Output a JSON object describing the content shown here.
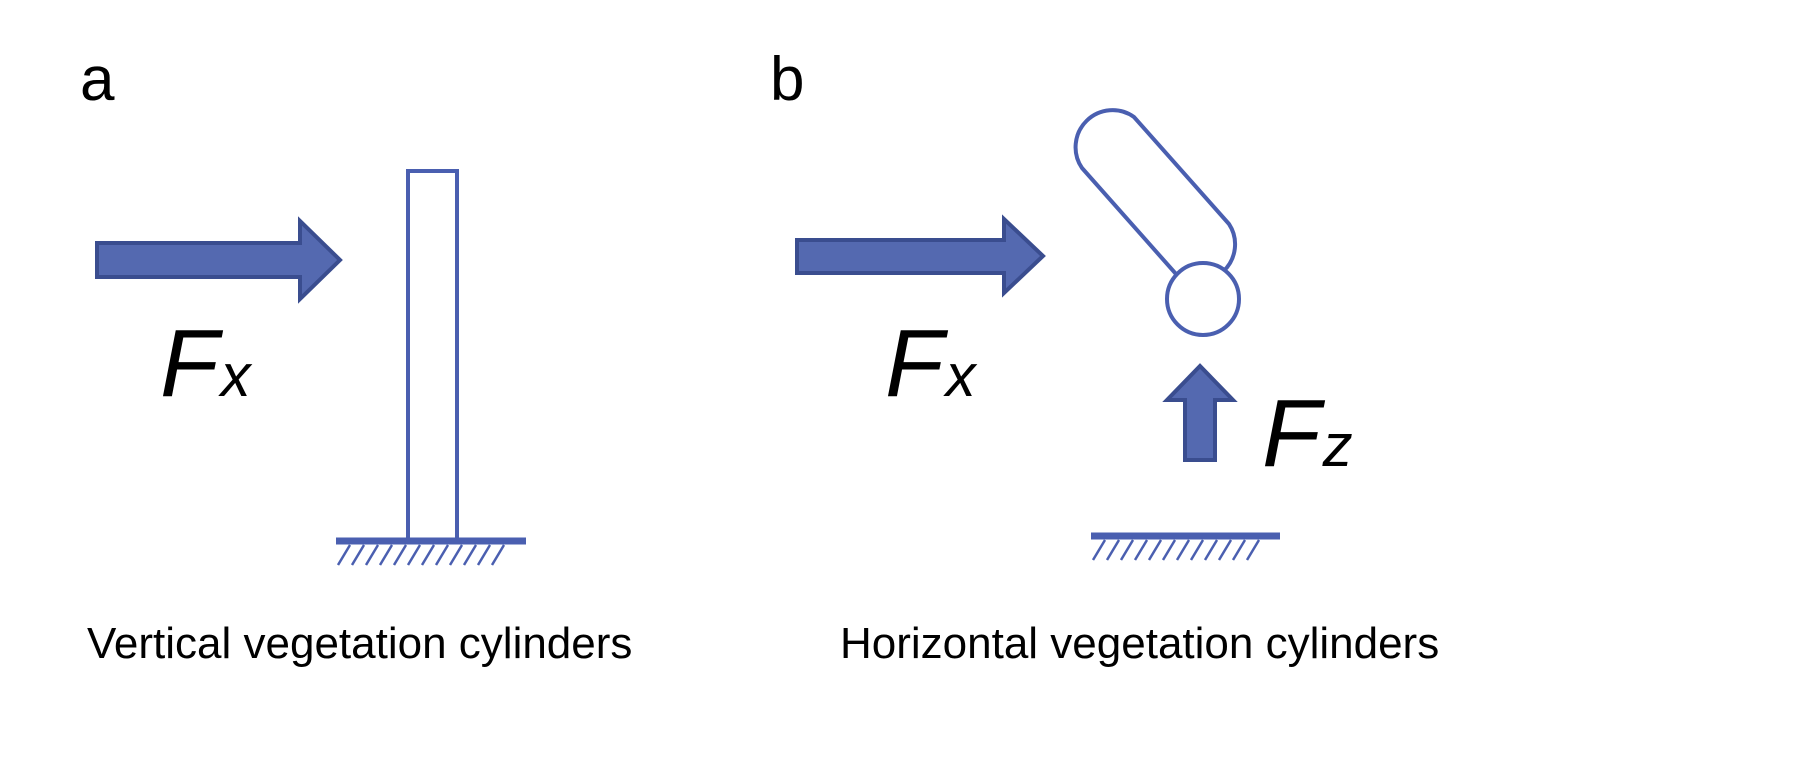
{
  "colors": {
    "arrow_fill": "#5469b0",
    "arrow_stroke": "#3a4d8f",
    "outline": "#4a5fb0",
    "text": "#000000",
    "background": "#ffffff"
  },
  "panel_a": {
    "letter": "a",
    "force_x": {
      "main": "F",
      "sub": "x"
    },
    "caption": "Vertical vegetation cylinders"
  },
  "panel_b": {
    "letter": "b",
    "force_x": {
      "main": "F",
      "sub": "x"
    },
    "force_z": {
      "main": "F",
      "sub": "z"
    },
    "caption": "Horizontal vegetation cylinders"
  }
}
